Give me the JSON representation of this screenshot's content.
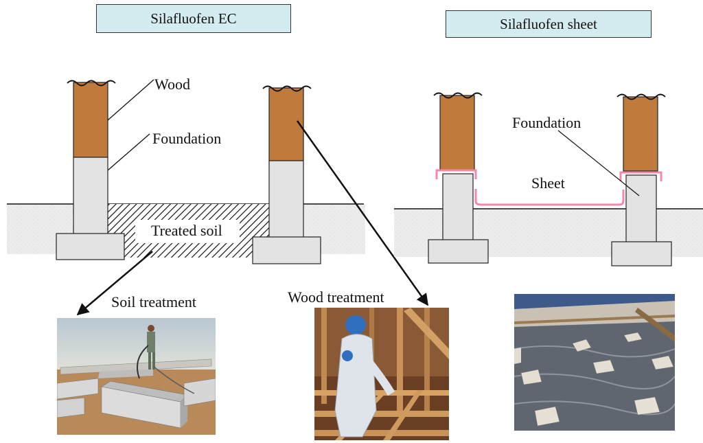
{
  "panels": {
    "ec_title": "Silafluofen EC",
    "sheet_title": "Silafluofen sheet"
  },
  "labels": {
    "wood": "Wood",
    "foundation_left": "Foundation",
    "treated_soil": "Treated soil",
    "foundation_right": "Foundation",
    "sheet": "Sheet"
  },
  "photos": {
    "soil_treatment": "Soil treatment",
    "wood_treatment": "Wood treatment"
  },
  "colors": {
    "wood": "#c07a3c",
    "foundation": "#e3e3e3",
    "ground": "#ececec",
    "sheet": "#f08aa8",
    "title_bg": "#d3ecef"
  }
}
